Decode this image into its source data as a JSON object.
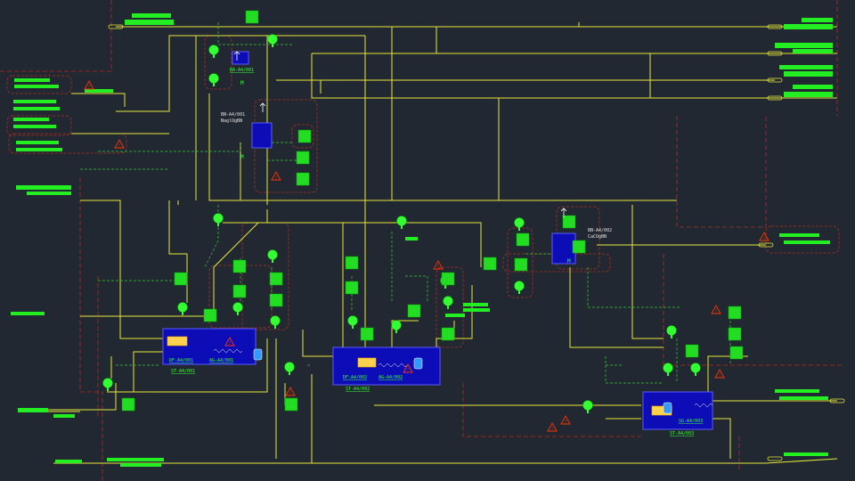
{
  "colors": {
    "background": "#222831",
    "process_line": "#e6e63c",
    "signal_line": "#33cc33",
    "interlock_boundary": "#b03020",
    "equipment_fill": "#0d0db8",
    "equipment_stroke": "#5a5aff",
    "label_block": "#22ee22",
    "warning": "#ff3300"
  },
  "equipment": [
    {
      "tag": "BA-A4/001"
    },
    {
      "tag": "BN-A4/001",
      "sub": "NaglOgBN"
    },
    {
      "tag": "BN-A4/002",
      "sub": "CaCOgBN"
    },
    {
      "tag": "DF-A4/001"
    },
    {
      "tag": "AG-A4/001"
    },
    {
      "tag": "ST-A4/001"
    },
    {
      "tag": "DF-A4/002"
    },
    {
      "tag": "AG-A4/002"
    },
    {
      "tag": "ST-A4/002"
    },
    {
      "tag": "SG-A4/003"
    },
    {
      "tag": "ST-A4/003"
    }
  ],
  "instrument_letter": "M",
  "hazard_symbol": "!"
}
